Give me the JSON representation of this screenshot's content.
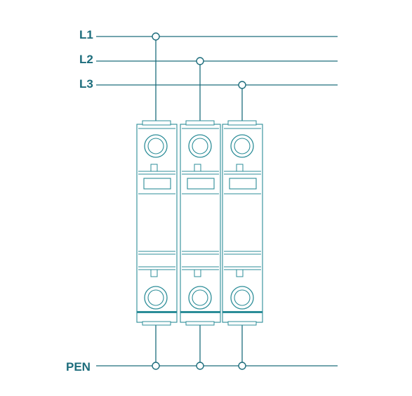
{
  "colors": {
    "line": "#1d6d7c",
    "device": "#2c8d98",
    "background": "#ffffff"
  },
  "conductors": [
    {
      "id": "L1",
      "label": "L1"
    },
    {
      "id": "L2",
      "label": "L2"
    },
    {
      "id": "L3",
      "label": "L3"
    },
    {
      "id": "PEN",
      "label": "PEN"
    }
  ],
  "modules": [
    {
      "id": "module-1",
      "connects": "L1"
    },
    {
      "id": "module-2",
      "connects": "L2"
    },
    {
      "id": "module-3",
      "connects": "L3"
    }
  ]
}
